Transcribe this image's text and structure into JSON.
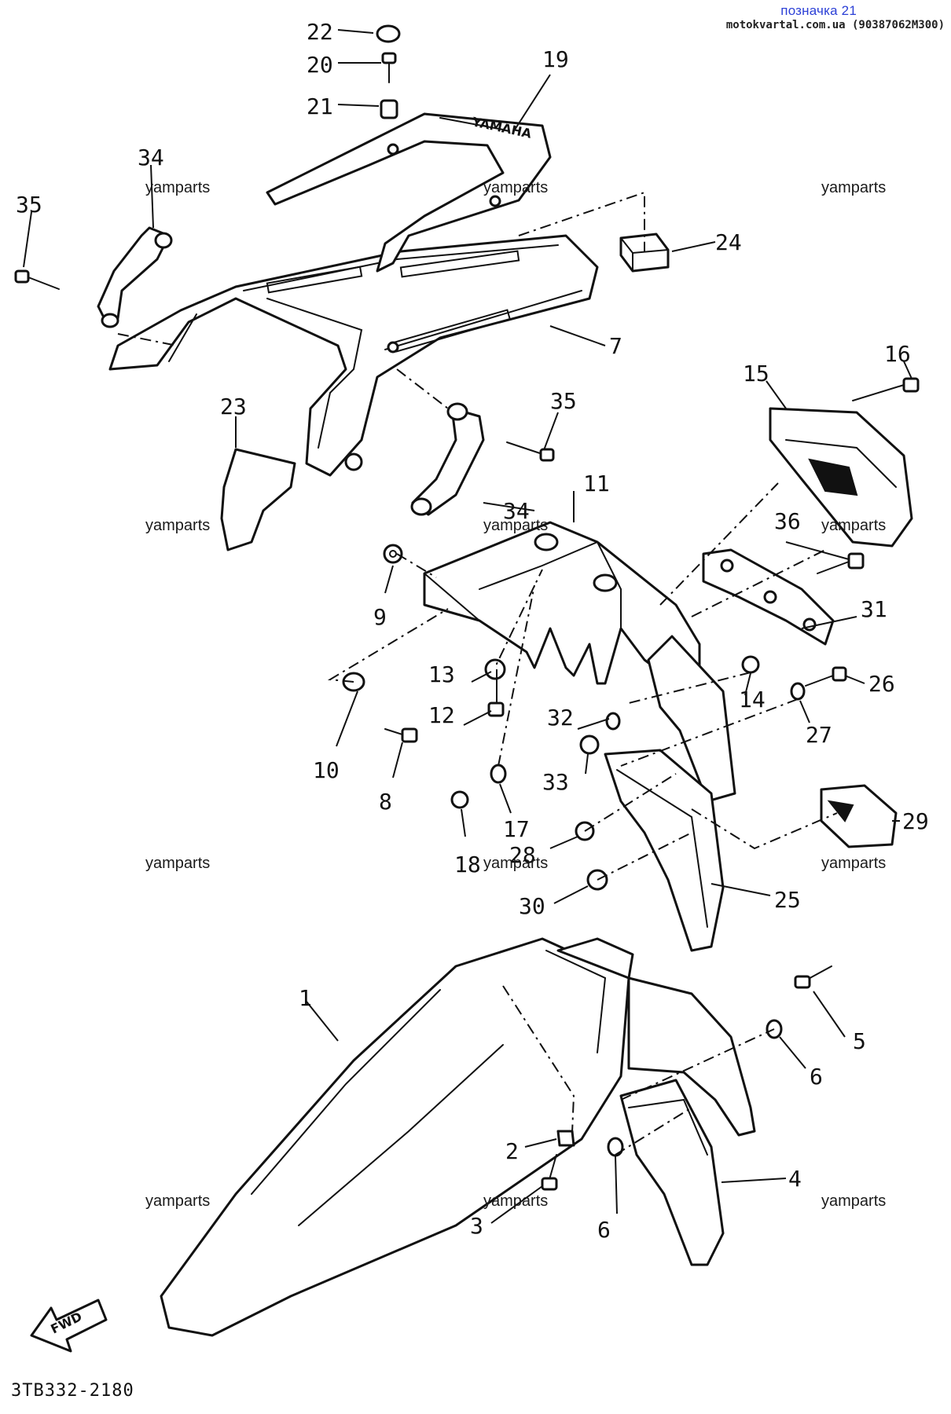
{
  "header": {
    "title": "позначка 21",
    "source": "motokvartal.com.ua (90387062M300)"
  },
  "watermark_text": "yamparts",
  "footer_code": "3TB332-2180",
  "fwd_label": "FWD",
  "callouts": {
    "c1": "1",
    "c2": "2",
    "c3": "3",
    "c4": "4",
    "c5": "5",
    "c6a": "6",
    "c6b": "6",
    "c7": "7",
    "c8": "8",
    "c9": "9",
    "c10": "10",
    "c11": "11",
    "c12": "12",
    "c13": "13",
    "c14": "14",
    "c15": "15",
    "c16": "16",
    "c17": "17",
    "c18": "18",
    "c19": "19",
    "c20": "20",
    "c21": "21",
    "c22": "22",
    "c23": "23",
    "c24": "24",
    "c25": "25",
    "c26": "26",
    "c27": "27",
    "c28": "28",
    "c29": "29",
    "c30": "30",
    "c31": "31",
    "c32": "32",
    "c33": "33",
    "c34a": "34",
    "c34b": "34",
    "c35a": "35",
    "c35b": "35",
    "c36": "36"
  }
}
